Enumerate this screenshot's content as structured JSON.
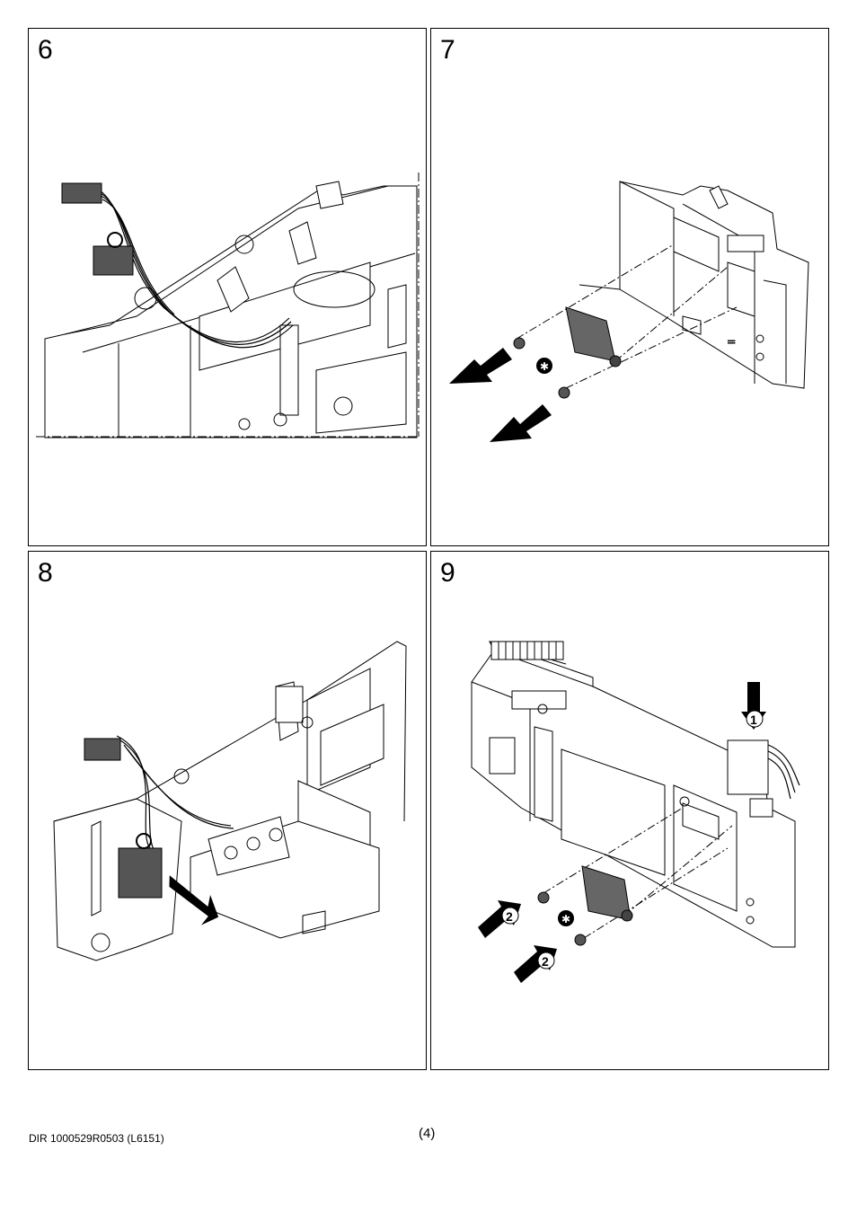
{
  "steps": [
    {
      "number": "6"
    },
    {
      "number": "7"
    },
    {
      "number": "8"
    },
    {
      "number": "9"
    }
  ],
  "callouts": {
    "step9_first": "1",
    "step9_second": "2"
  },
  "footer": {
    "doc_code": "DIR 1000529R0503 (L6151)",
    "page_number": "(4)"
  }
}
